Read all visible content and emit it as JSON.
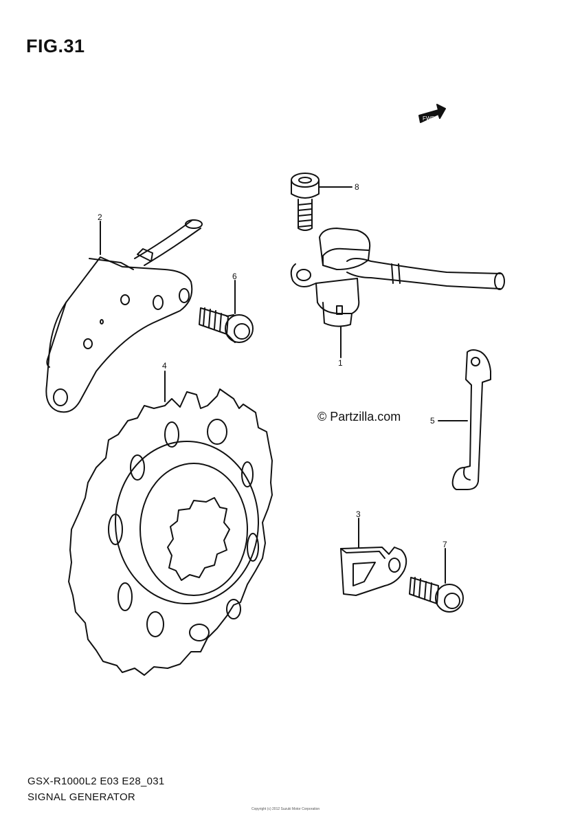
{
  "figure": {
    "title": "FIG.31"
  },
  "footer": {
    "model_code": "GSX-R1000L2 E03 E28_031",
    "section_name": "SIGNAL GENERATOR",
    "copyright_small": "Copyright (c) 2012 Suzuki Motor Corporation"
  },
  "watermark": {
    "text": "© Partzilla.com"
  },
  "orientation_marker": {
    "label": "FWD"
  },
  "callouts": [
    "1",
    "2",
    "3",
    "4",
    "5",
    "6",
    "7",
    "8"
  ]
}
